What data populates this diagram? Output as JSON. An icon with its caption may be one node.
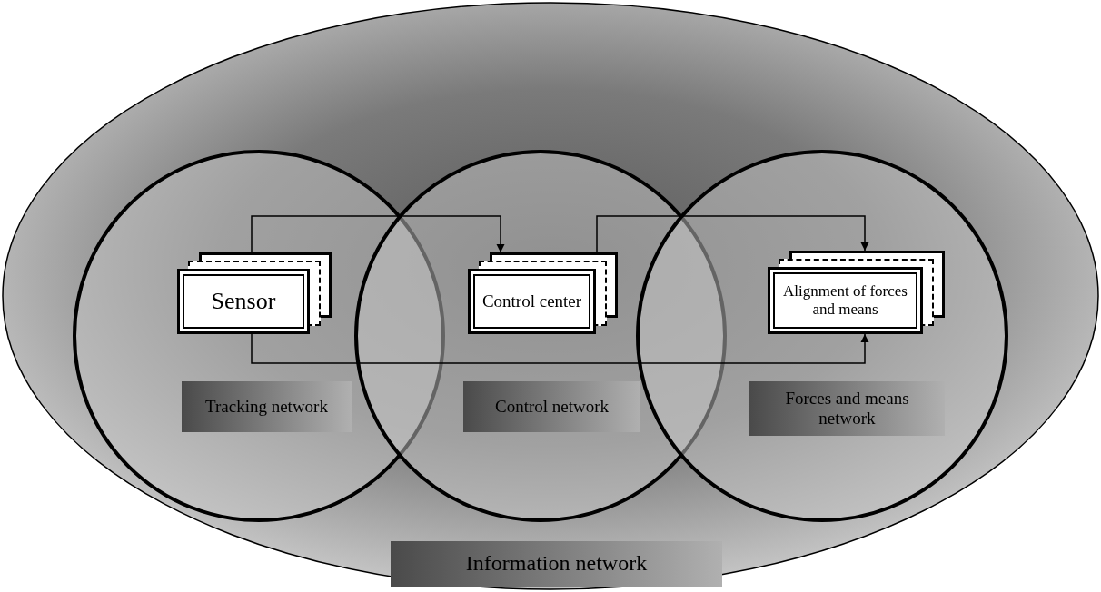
{
  "diagram": {
    "nodes": [
      {
        "text": [
          "Information network"
        ]
      },
      {
        "text": [
          "Tracking network"
        ],
        "in": 0
      },
      {
        "text": [
          "Control network"
        ],
        "in": 0
      },
      {
        "text": [
          "Forces and means network"
        ],
        "in": 0
      },
      {
        "text": [
          "Sensor"
        ],
        "in": 1
      },
      {
        "text": [
          "Control center"
        ],
        "in": 2
      },
      {
        "text": [
          "Alignment of forces and means"
        ],
        "in": 3
      }
    ],
    "edges": [
      {
        "from": 4,
        "to": 5,
        "arrow": "to"
      },
      {
        "from": 5,
        "to": 6,
        "arrow": "to"
      },
      {
        "from": 4,
        "to": 6,
        "arrow": "to"
      }
    ]
  }
}
